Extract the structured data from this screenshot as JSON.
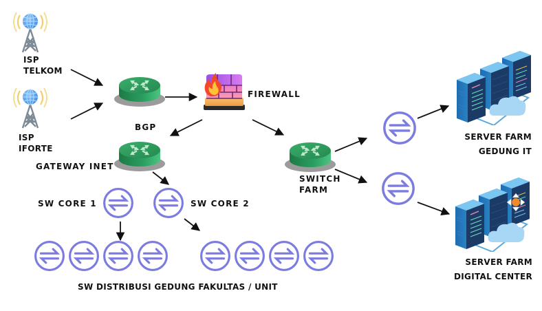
{
  "title": "Network Topology Diagram",
  "colors": {
    "router_top": "#2e9a5e",
    "router_side": "#1f7a45",
    "router_shadow": "#8a8a8a",
    "switch_ring": "#7b7be0",
    "tower_globe": "#5aa8f0",
    "tower_waves": "#f2cf6e",
    "tower_legs": "#7d8a96",
    "server_blue": "#2f8fd0",
    "server_dark": "#1c3a66",
    "cloud": "#a8d6f5",
    "firewall_top": "#b05ae8",
    "firewall_mid": "#f07ac0",
    "firewall_base": "#f6b060",
    "arrow": "#111111"
  },
  "nodes": {
    "isp_telkom": {
      "label_line1": "ISP",
      "label_line2": "TELKOM",
      "icon": "antenna-tower-icon"
    },
    "isp_iforte": {
      "label_line1": "ISP",
      "label_line2": "IFORTE",
      "icon": "antenna-tower-icon"
    },
    "bgp": {
      "label": "BGP",
      "icon": "router-icon"
    },
    "firewall": {
      "label": "FIREWALL",
      "icon": "firewall-icon"
    },
    "gateway_inet": {
      "label": "GATEWAY INET",
      "icon": "router-icon"
    },
    "switch_farm": {
      "label_line1": "SWITCH",
      "label_line2": "FARM",
      "icon": "router-icon"
    },
    "sw_core_1": {
      "label": "SW CORE 1",
      "icon": "switch-icon"
    },
    "sw_core_2": {
      "label": "SW CORE 2",
      "icon": "switch-icon"
    },
    "sw_farm_1": {
      "label": "",
      "icon": "switch-icon"
    },
    "sw_farm_2": {
      "label": "",
      "icon": "switch-icon"
    },
    "server_farm_it": {
      "label_line1": "SERVER FARM",
      "label_line2": "GEDUNG IT",
      "icon": "server-farm-icon"
    },
    "server_farm_dc": {
      "label_line1": "SERVER FARM",
      "label_line2": "DIGITAL CENTER",
      "icon": "server-farm-icon"
    }
  },
  "distribution": {
    "label": "SW DISTRIBUSI GEDUNG FAKULTAS / UNIT",
    "group_a_count": 4,
    "group_b_count": 4
  },
  "connections": [
    {
      "from": "isp_telkom",
      "to": "bgp"
    },
    {
      "from": "isp_iforte",
      "to": "bgp"
    },
    {
      "from": "bgp",
      "to": "firewall"
    },
    {
      "from": "firewall",
      "to": "gateway_inet"
    },
    {
      "from": "firewall",
      "to": "switch_farm"
    },
    {
      "from": "gateway_inet",
      "to": "sw_core_2"
    },
    {
      "from": "sw_core_1",
      "to": "distribution_group_a"
    },
    {
      "from": "sw_core_2",
      "to": "distribution_group_b"
    },
    {
      "from": "switch_farm",
      "to": "sw_farm_1"
    },
    {
      "from": "switch_farm",
      "to": "sw_farm_2"
    },
    {
      "from": "sw_farm_1",
      "to": "server_farm_it"
    },
    {
      "from": "sw_farm_2",
      "to": "server_farm_dc"
    }
  ]
}
